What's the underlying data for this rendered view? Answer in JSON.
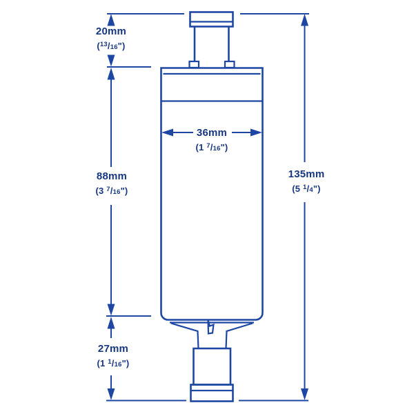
{
  "colors": {
    "line": "#1e46a3",
    "text": "#17377f",
    "background": "#ffffff"
  },
  "dims": {
    "d20": {
      "metric": "20mm",
      "imp": {
        "pre": "(",
        "num": "13",
        "slash": "/",
        "den": "16",
        "post": "\")"
      }
    },
    "d88": {
      "metric": "88mm",
      "imp": {
        "pre": "(3 ",
        "num": "7",
        "slash": "/",
        "den": "16",
        "post": "\")"
      }
    },
    "d27": {
      "metric": "27mm",
      "imp": {
        "pre": "(1 ",
        "num": "1",
        "slash": "/",
        "den": "16",
        "post": "\")"
      }
    },
    "d36": {
      "metric": "36mm",
      "imp": {
        "pre": "(1 ",
        "num": "7",
        "slash": "/",
        "den": "16",
        "post": "\")"
      }
    },
    "d135": {
      "metric": "135mm",
      "imp": {
        "pre": "(5 ",
        "num": "1",
        "slash": "/",
        "den": "4",
        "post": "\")"
      }
    }
  }
}
